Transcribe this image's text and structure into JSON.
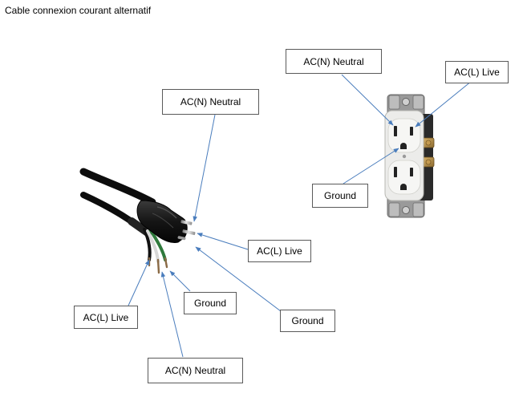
{
  "title": "Cable connexion courant alternatif",
  "colors": {
    "arrow": "#4a7dbd",
    "label_border": "#5a5a5a",
    "cord": "#1b1b1b",
    "outlet_face": "#e9e9e4",
    "outlet_strap": "#8e8e8e",
    "terminal_brass": "#b0884a"
  },
  "labels": {
    "plug_neutral": "AC(N) Neutral",
    "plug_live": "AC(L) Live",
    "plug_ground": "Ground",
    "wire_live": "AC(L) Live",
    "wire_ground": "Ground",
    "wire_neutral": "AC(N) Neutral",
    "outlet_neutral": "AC(N) Neutral",
    "outlet_live": "AC(L) Live",
    "outlet_ground": "Ground"
  }
}
